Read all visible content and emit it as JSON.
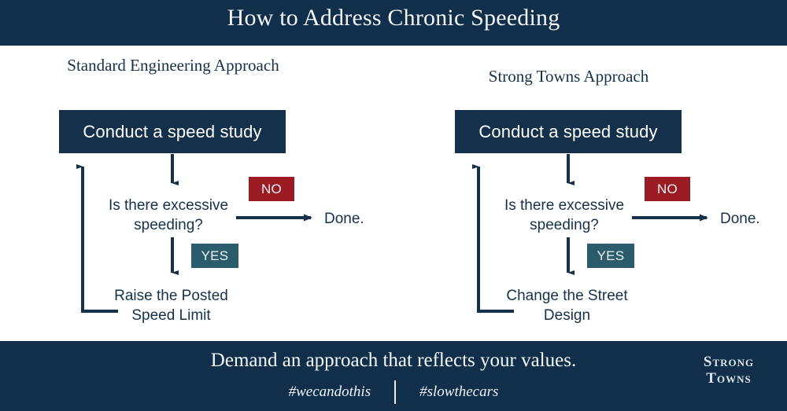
{
  "header": {
    "title": "How to Address Chronic Speeding"
  },
  "columns": [
    {
      "heading": "Standard Engineering Approach",
      "process": "Conduct a speed study",
      "decision": "Is there excessive speeding?",
      "no_label": "NO",
      "yes_label": "YES",
      "terminal": "Done.",
      "action": "Raise the Posted Speed Limit"
    },
    {
      "heading": "Strong Towns Approach",
      "process": "Conduct a speed study",
      "decision": "Is there excessive speeding?",
      "no_label": "NO",
      "yes_label": "YES",
      "terminal": "Done.",
      "action": "Change the Street Design"
    }
  ],
  "footer": {
    "tagline": "Demand an approach that reflects your values.",
    "hashtag_one": "#wecandothis",
    "hashtag_two": "#slowthecars",
    "brand_line_one": "Strong",
    "brand_line_two": "Towns"
  },
  "colors": {
    "navy": "#112f4a",
    "box_navy": "#14304b",
    "red": "#9b1b23",
    "teal": "#2b5c6b",
    "white": "#ffffff"
  }
}
